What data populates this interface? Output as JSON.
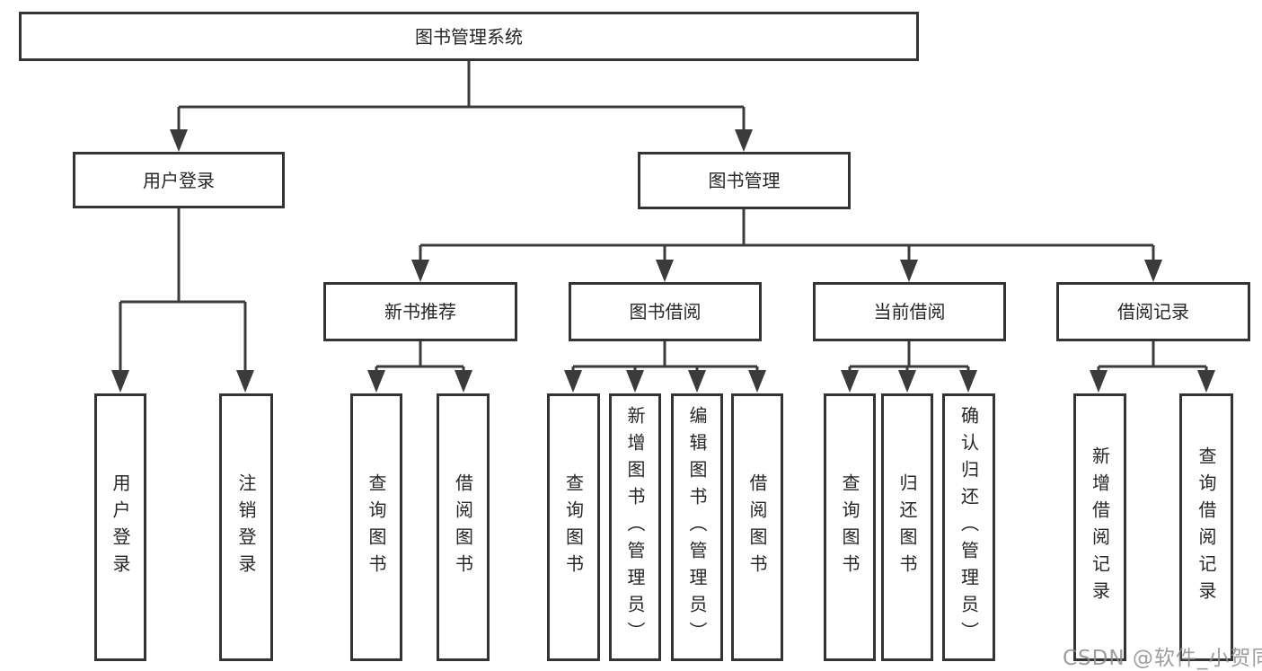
{
  "diagram": {
    "type": "hierarchy-tree",
    "orientation": "top-down"
  },
  "colors": {
    "background": "#ffffff",
    "line": "#3b3b3b",
    "box_border": "#343434",
    "box_fill": "#ffffff",
    "text": "#262626",
    "watermark": "#8c8c8c"
  },
  "tree": {
    "root": {
      "label": "图书管理系统"
    },
    "branches": [
      {
        "label": "用户登录",
        "children": [
          {
            "label": "用户登录"
          },
          {
            "label": "注销登录"
          }
        ]
      },
      {
        "label": "图书管理",
        "children": [
          {
            "label": "新书推荐",
            "children": [
              {
                "label": "查询图书"
              },
              {
                "label": "借阅图书"
              }
            ]
          },
          {
            "label": "图书借阅",
            "children": [
              {
                "label": "查询图书"
              },
              {
                "label": "新增图书（管理员）"
              },
              {
                "label": "编辑图书（管理员）"
              },
              {
                "label": "借阅图书"
              }
            ]
          },
          {
            "label": "当前借阅",
            "children": [
              {
                "label": "查询图书"
              },
              {
                "label": "归还图书"
              },
              {
                "label": "确认归还（管理员）"
              }
            ]
          },
          {
            "label": "借阅记录",
            "children": [
              {
                "label": "新增借阅记录"
              },
              {
                "label": "查询借阅记录"
              }
            ]
          }
        ]
      }
    ]
  },
  "watermark": {
    "text": "CSDN @软件_小贺同学"
  }
}
